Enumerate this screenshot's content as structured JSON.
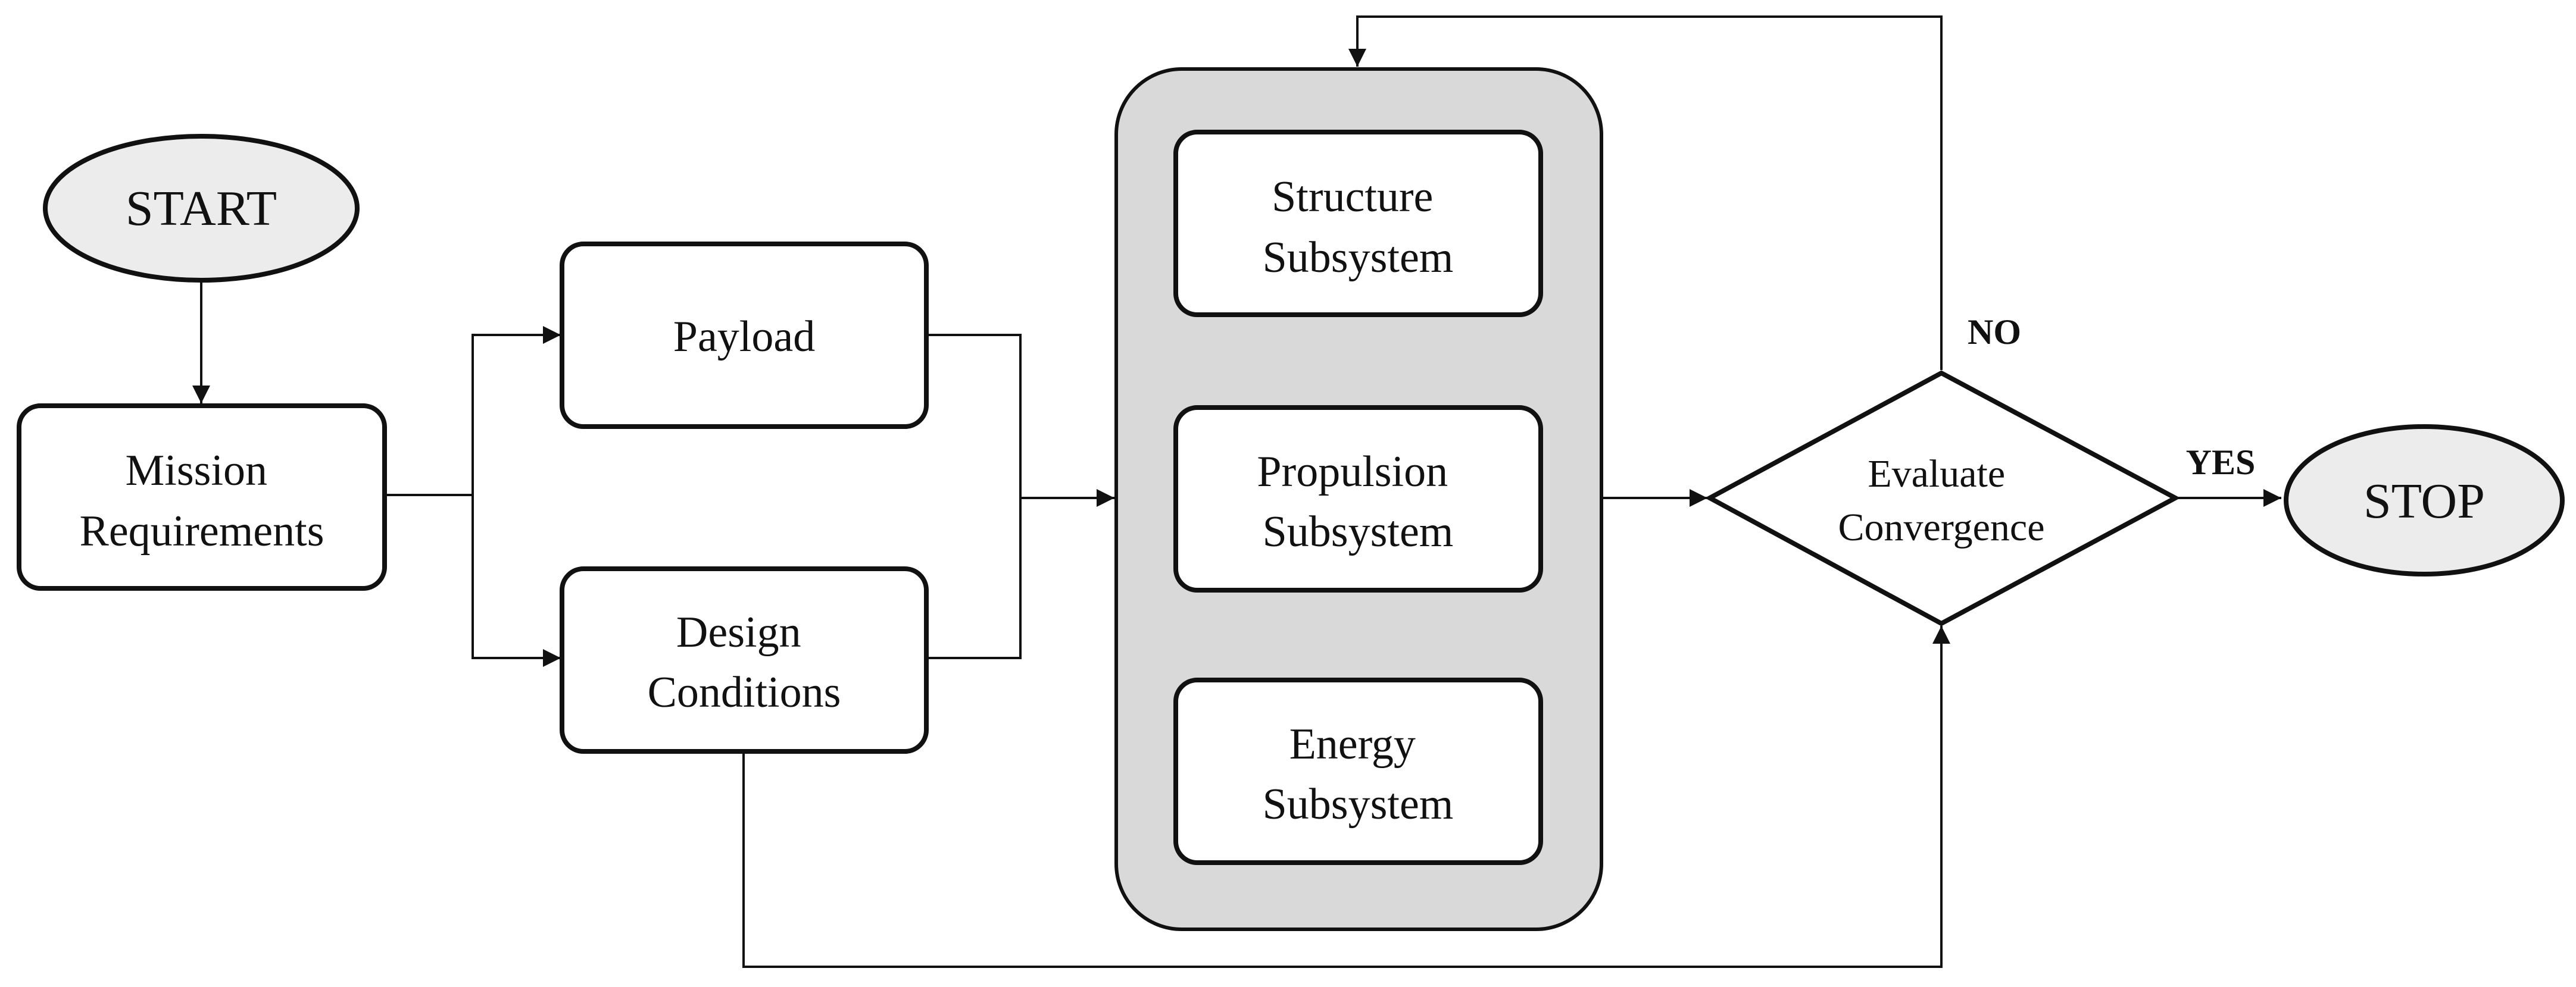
{
  "nodes": {
    "start": {
      "label": "START"
    },
    "mission": {
      "lines": [
        "Mission",
        "Requirements"
      ]
    },
    "payload": {
      "lines": [
        "Payload"
      ]
    },
    "design": {
      "lines": [
        "Design",
        "Conditions"
      ]
    },
    "structure": {
      "lines": [
        "Structure",
        "Subsystem"
      ]
    },
    "propulsion": {
      "lines": [
        "Propulsion",
        "Subsystem"
      ]
    },
    "energy": {
      "lines": [
        "Energy",
        "Subsystem"
      ]
    },
    "evaluate": {
      "lines": [
        "Evaluate",
        "Convergence"
      ]
    },
    "stop": {
      "label": "STOP"
    }
  },
  "edge_labels": {
    "no": "NO",
    "yes": "YES"
  },
  "colors": {
    "stroke": "#111111",
    "group_fill": "#d9d9d9",
    "terminal_fill": "#ececec",
    "box_fill": "#ffffff"
  }
}
